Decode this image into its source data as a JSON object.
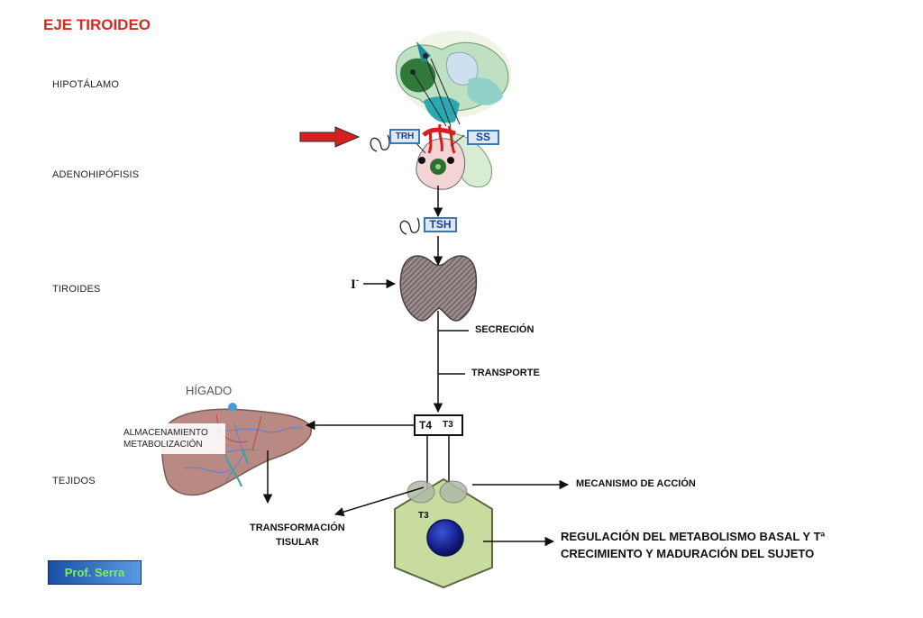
{
  "title": "EJE TIROIDEO",
  "levels": {
    "hypothalamus": "HIPOTÁLAMO",
    "adenohypophysis": "ADENOHIPÓFISIS",
    "thyroid": "TIROIDES",
    "tissues": "TEJIDOS"
  },
  "hormones": {
    "trh": "TRH",
    "ss": "SS",
    "tsh": "TSH",
    "t4": "T4",
    "t3": "T3",
    "t3_cell": "T3"
  },
  "iodide": "I",
  "iodide_charge": "-",
  "process": {
    "secretion": "SECRECIÓN",
    "transport": "TRANSPORTE"
  },
  "liver": {
    "name": "HÍGADO",
    "role_line1": "ALMACENAMIENTO",
    "role_line2": "METABOLIZACIÓN"
  },
  "tissue_transformation": {
    "line1": "TRANSFORMACIÓN",
    "line2": "TISULAR"
  },
  "mechanism": "MECANISMO DE ACCIÓN",
  "effects": {
    "line1": "REGULACIÓN DEL METABOLISMO BASAL Y Tª",
    "line2": "CRECIMIENTO Y MADURACIÓN DEL SUJETO"
  },
  "author": "Prof. Serra",
  "colors": {
    "title": "#d42a1f",
    "pointer_arrow": "#d42020",
    "hormone_box": "#3b78b5",
    "cell_fill": "#c8dca0",
    "nucleus": "#1c2c9a",
    "thyroid": "#8a7a7a",
    "liver": "#b98a84",
    "author_text": "#7cf05a"
  }
}
